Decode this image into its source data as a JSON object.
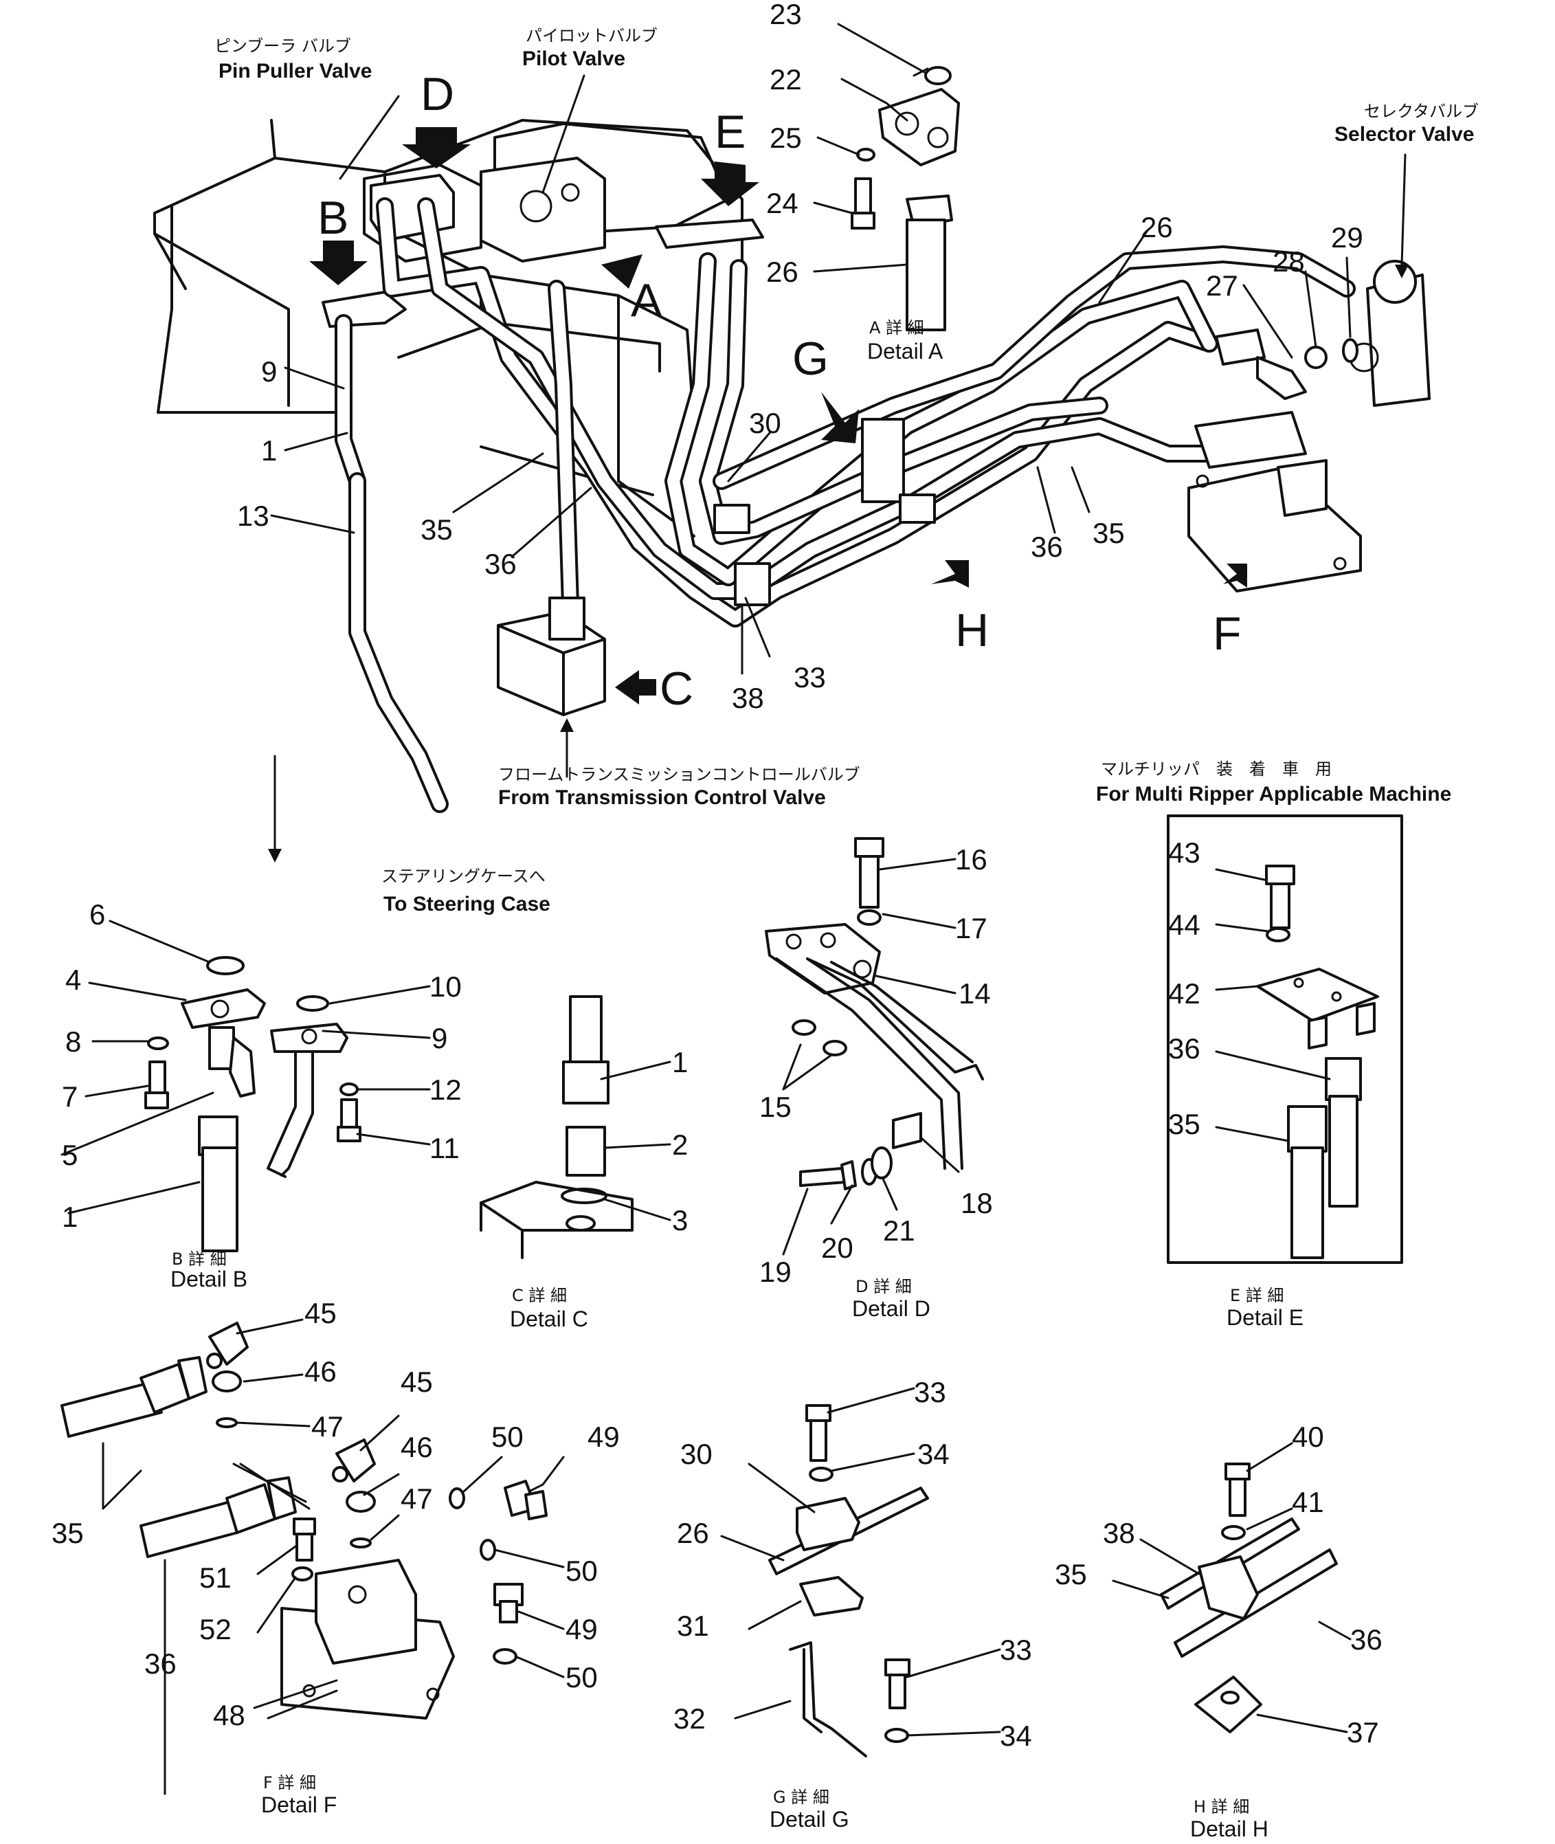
{
  "labels": {
    "pin_puller_jp": "ピンブーラ バルブ",
    "pin_puller_en": "Pin Puller Valve",
    "pilot_jp": "パイロットバルブ",
    "pilot_en": "Pilot Valve",
    "selector_jp": "セレクタバルブ",
    "selector_en": "Selector Valve",
    "from_tcv_jp": "フロームトランスミッションコントロールバルブ",
    "from_tcv_en": "From Transmission Control Valve",
    "to_steering_jp": "ステアリングケースへ",
    "to_steering_en": "To Steering Case",
    "multi_ripper_jp": "マルチリッパ　装　着　車　用",
    "multi_ripper_en": "For Multi Ripper Applicable Machine"
  },
  "view_letters": [
    "A",
    "B",
    "C",
    "D",
    "E",
    "F",
    "G",
    "H"
  ],
  "details": {
    "A": {
      "jp": "A 詳 細",
      "en": "Detail A"
    },
    "B": {
      "jp": "B 詳 細",
      "en": "Detail B"
    },
    "C": {
      "jp": "C 詳 細",
      "en": "Detail C"
    },
    "D": {
      "jp": "D 詳 細",
      "en": "Detail D"
    },
    "E": {
      "jp": "E 詳 細",
      "en": "Detail E"
    },
    "F": {
      "jp": "F 詳 細",
      "en": "Detail F"
    },
    "G": {
      "jp": "G 詳 細",
      "en": "Detail G"
    },
    "H": {
      "jp": "H 詳 細",
      "en": "Detail H"
    }
  },
  "callouts": {
    "main": [
      "1",
      "9",
      "13",
      "26",
      "27",
      "28",
      "29",
      "30",
      "33",
      "35",
      "35",
      "36",
      "36",
      "38"
    ],
    "detail_a": [
      "22",
      "23",
      "24",
      "25",
      "26"
    ],
    "detail_b": [
      "1",
      "4",
      "5",
      "6",
      "7",
      "8",
      "9",
      "10",
      "11",
      "12"
    ],
    "detail_c": [
      "1",
      "2",
      "3"
    ],
    "detail_d": [
      "14",
      "15",
      "16",
      "17",
      "18",
      "19",
      "20",
      "21"
    ],
    "detail_e": [
      "35",
      "36",
      "42",
      "43",
      "44"
    ],
    "detail_f": [
      "35",
      "36",
      "45",
      "45",
      "46",
      "46",
      "47",
      "47",
      "48",
      "49",
      "49",
      "50",
      "50",
      "50",
      "51",
      "52"
    ],
    "detail_g": [
      "26",
      "30",
      "31",
      "32",
      "33",
      "33",
      "34",
      "34"
    ],
    "detail_h": [
      "35",
      "36",
      "37",
      "38",
      "40",
      "41"
    ]
  }
}
